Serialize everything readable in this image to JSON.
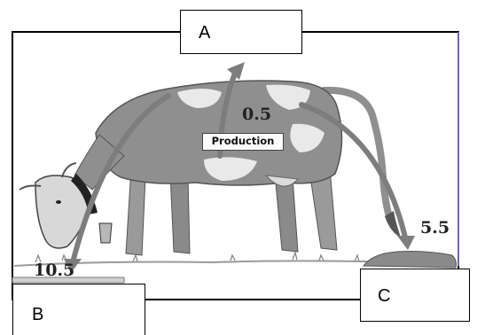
{
  "diagram": {
    "labels": {
      "a": "A",
      "b": "B",
      "c": "C"
    },
    "values": {
      "top": "0.5",
      "right": "5.5",
      "left": "10.5"
    },
    "production_label": "Production"
  },
  "colors": {
    "frame": "#000000",
    "cow_body": "#8f8f8f",
    "cow_patch": "#e9e9e9",
    "arrow": "#7d7d7d",
    "text": "#222222"
  },
  "icons": {
    "animal": "cow-illustration",
    "output": "manure-pile"
  }
}
